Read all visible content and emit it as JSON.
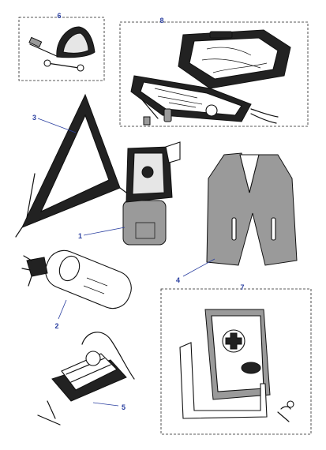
{
  "diagram": {
    "callouts": {
      "item1": "1",
      "item2": "2",
      "item3": "3",
      "item4": "4",
      "item5": "5",
      "item6": "6",
      "item7": "7",
      "item8": "8"
    },
    "colors": {
      "callout": "#2a3fa0",
      "ink": "#111111",
      "background": "#ffffff"
    }
  }
}
